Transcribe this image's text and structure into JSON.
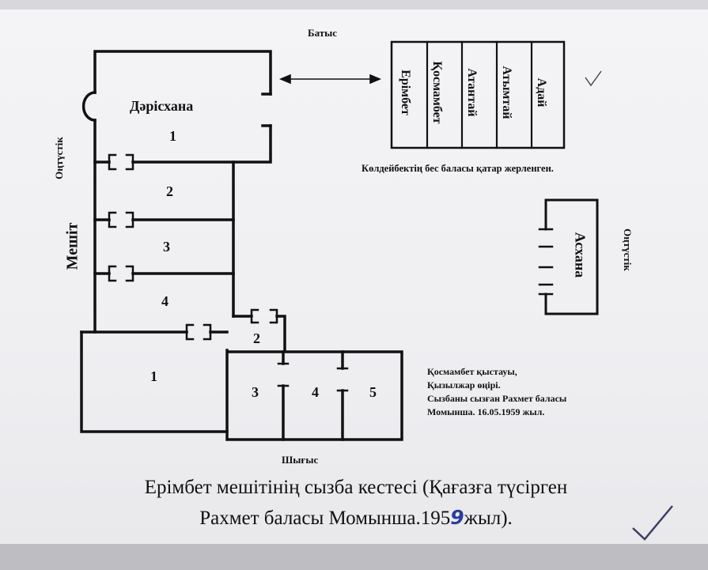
{
  "directions": {
    "west": "Батыс",
    "east": "Шығыс",
    "south_left": "Оңтүстік",
    "south_right": "Оңтүстік"
  },
  "mosque": {
    "label": "Мешіт",
    "lecture_hall": "Дәрісхана",
    "rooms_left": [
      "1",
      "2",
      "3",
      "4"
    ],
    "rooms_bottom": [
      "1",
      "2",
      "3",
      "4",
      "5"
    ]
  },
  "graves": {
    "names": [
      "Адай",
      "Атымтай",
      "Атантай",
      "Қосмамбет",
      "Ерімбет"
    ],
    "caption": "Көлдейбектің бес баласы қатар жерленген."
  },
  "kitchen": {
    "label": "Асхана"
  },
  "note": {
    "lines": [
      "Қосмамбет қыстауы,",
      "Қызылжар өңірі.",
      "Сызбаны сызған Рахмет баласы",
      "Момынша. 16.05.1959 жыл."
    ]
  },
  "caption": {
    "line1": "Ерімбет мешітінің сызба кестесі (Қағазға түсірген",
    "line2_prefix": "Рахмет баласы  Момынша.195",
    "line2_handwritten_digit": "9",
    "line2_suffix": "жыл)."
  },
  "colors": {
    "ink": "#111111",
    "paper": "#f1f1f4",
    "handwriting_blue": "#2a3c9a",
    "checkmark": "#3a3f66"
  }
}
